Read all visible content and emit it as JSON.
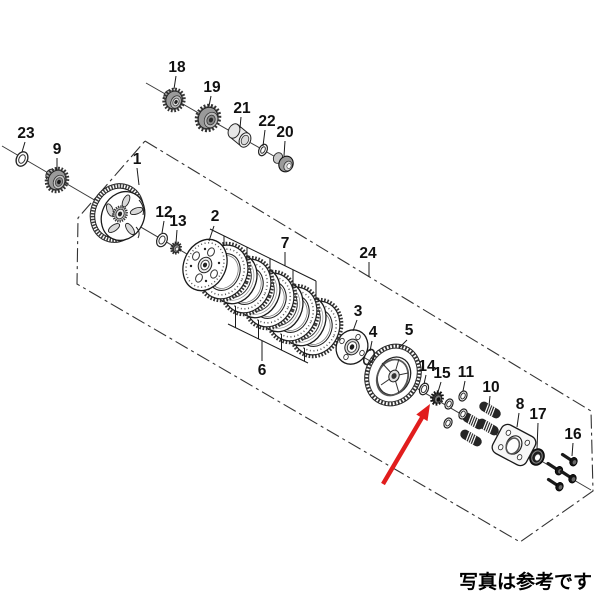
{
  "diagram": {
    "kind": "exploded parts diagram",
    "subject": "motorcycle clutch assembly",
    "background_color": "#ffffff",
    "line_color": "#1a1a1a",
    "caption": "写真は参考です",
    "part_numbers": [
      "1",
      "2",
      "3",
      "4",
      "5",
      "6",
      "7",
      "8",
      "9",
      "10",
      "11",
      "12",
      "13",
      "14",
      "15",
      "16",
      "17",
      "18",
      "19",
      "20",
      "21",
      "22",
      "23",
      "24"
    ],
    "arrow": {
      "color": "#e11d1d",
      "points_to_part_number": "15"
    }
  }
}
